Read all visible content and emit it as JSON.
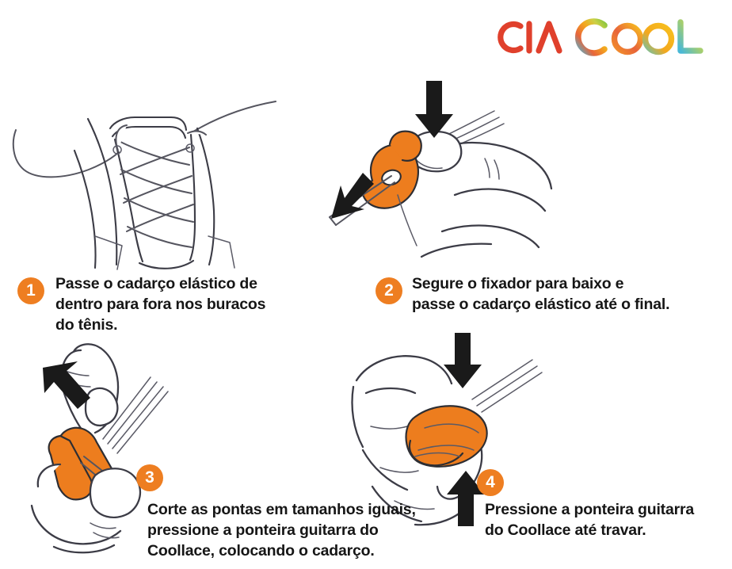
{
  "document": {
    "title": "Coollace - Instruções de uso",
    "language": "pt-BR",
    "background_color": "#ffffff"
  },
  "logo": {
    "name": "ciacool-logo",
    "text_part_1": "CIA",
    "text_part_2": "COOL",
    "full_text": "CIACOOL",
    "colors": {
      "cia_red": "#e0402c",
      "c_gradient_start": "#8cc63f",
      "c_gradient_mid": "#f4a81d",
      "c_gradient_end": "#4bb8d8",
      "o_orange": "#f08a22",
      "o_yellow": "#f7c11e",
      "l_teal": "#37b5c8"
    }
  },
  "theme": {
    "badge_color": "#ee7e21",
    "clip_color": "#ed7d1e",
    "text_color": "#161616",
    "ink_color": "#3c3c46",
    "arrow_color": "#1a1a1a"
  },
  "steps": [
    {
      "number": "1",
      "badge_name": "step-1-badge",
      "text": "Passe o cadarço elástico de\ndentro para fora nos buracos\ndo tênis.",
      "illustration": "laced-shoe-with-loose-lace-end",
      "arrows": []
    },
    {
      "number": "2",
      "badge_name": "step-2-badge",
      "text": " Segure o fixador para baixo e\npasse o cadarço elástico até o final.",
      "illustration": "hand-holding-orange-lace-lock-clip",
      "arrows": [
        "down-arrow",
        "diagonal-down-left-arrow"
      ]
    },
    {
      "number": "3",
      "badge_name": "step-3-badge",
      "text": "Corte as pontas em tamanhos iguais,\npressione a ponteira guitarra do\nCoollace, colocando o cadarço.",
      "illustration": "fingers-pinching-orange-guitar-tip",
      "arrows": [
        "up-left-arrow"
      ]
    },
    {
      "number": "4",
      "badge_name": "step-4-badge",
      "text": "Pressione a ponteira guitarra\ndo Coollace até travar.",
      "illustration": "hand-squeezing-orange-clip-closed",
      "arrows": [
        "down-arrow",
        "up-arrow"
      ]
    }
  ]
}
